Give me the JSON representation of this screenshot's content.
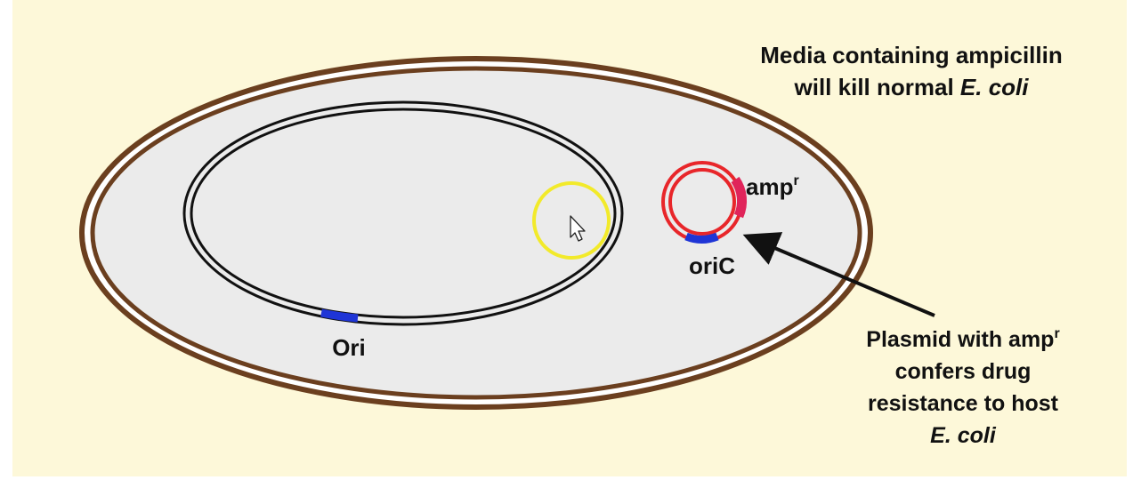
{
  "colors": {
    "background": "#fdf8d9",
    "cell_wall": "#6b3f1f",
    "cytoplasm": "#ebebeb",
    "chromosome": "#111111",
    "plasmid": "#e8262a",
    "amp_gene": "#e0245a",
    "origin": "#1f35d6",
    "cursor_highlight": "#f2ea2a"
  },
  "labels": {
    "chromosome_origin": "Ori",
    "plasmid_origin": "oriC",
    "plasmid_gene_base": "amp",
    "plasmid_gene_sup": "r"
  },
  "media_note": {
    "line1": "Media containing ampicillin",
    "line2_prefix": "will kill normal ",
    "line2_italic": "E. coli"
  },
  "plasmid_note": {
    "line1_prefix": "Plasmid with amp",
    "line1_sup": "r",
    "line2": "confers drug",
    "line3": "resistance to host",
    "line4_italic": "E. coli"
  },
  "icons": {
    "cursor": "mouse-pointer-icon",
    "arrow": "arrow-icon"
  }
}
